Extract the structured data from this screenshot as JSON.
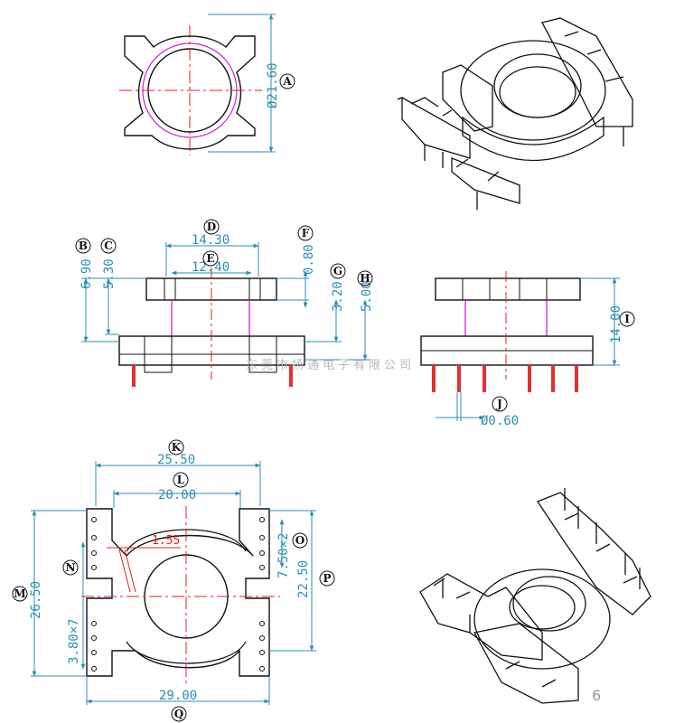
{
  "dimensions": {
    "top_diameter": "Ø21.60",
    "width_outer": "14.30",
    "width_inner": "12.40",
    "flange_thickness": "0.80",
    "height_b": "6.90",
    "height_c": "5.30",
    "height_g": "3.20",
    "height_h": "5.00",
    "total_height": "14.00",
    "pin_diameter": "Ø0.60",
    "bottom_width_outer": "25.50",
    "bottom_width_inner": "20.00",
    "slot_width": "1.55",
    "pitch_o": "7.50×2",
    "span_p": "22.50",
    "total_depth": "26.50",
    "pitch_n": "3.80×7",
    "total_width": "29.00"
  },
  "callouts": [
    "A",
    "B",
    "C",
    "D",
    "E",
    "F",
    "G",
    "H",
    "I",
    "J",
    "K",
    "L",
    "M",
    "N",
    "O",
    "P",
    "Q"
  ],
  "watermark": "东莞市扬通电子有限公司",
  "page_number": "6",
  "colors": {
    "outline": "#111111",
    "dimension": "#2a8fb4",
    "centerline": "#e02020",
    "inner_circle": "#d020d0"
  }
}
